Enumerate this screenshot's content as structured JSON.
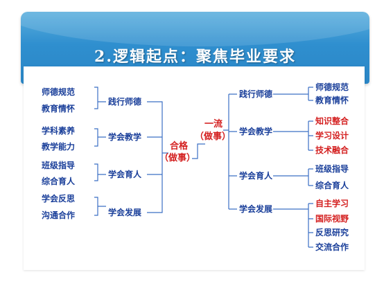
{
  "title": "2.逻辑起点：聚焦毕业要求",
  "colors": {
    "banner": "#2f8fcf",
    "blue_text": "#1a3f9a",
    "red_text": "#d42020",
    "line": "#3b6fc4"
  },
  "left": {
    "hub_line1": "合格",
    "hub_line2": "（做事）",
    "groups": [
      {
        "label": "践行师德",
        "items": [
          "师德规范",
          "教育情怀"
        ]
      },
      {
        "label": "学会教学",
        "items": [
          "学科素养",
          "教学能力"
        ]
      },
      {
        "label": "学会育人",
        "items": [
          "班级指导",
          "综合育人"
        ]
      },
      {
        "label": "学会发展",
        "items": [
          "学会反思",
          "沟通合作"
        ]
      }
    ]
  },
  "right": {
    "hub_line1": "一流",
    "hub_line2": "（做事）",
    "groups": [
      {
        "label": "践行师德",
        "items": [
          "师德规范",
          "教育情怀"
        ]
      },
      {
        "label": "学会教学",
        "items": [
          "知识整合",
          "学习设计",
          "技术融合"
        ]
      },
      {
        "label": "学会育人",
        "items": [
          "班级指导",
          "综合育人"
        ]
      },
      {
        "label": "学会发展",
        "items": [
          "自主学习",
          "国际视野",
          "反思研究",
          "交流合作"
        ]
      }
    ]
  }
}
